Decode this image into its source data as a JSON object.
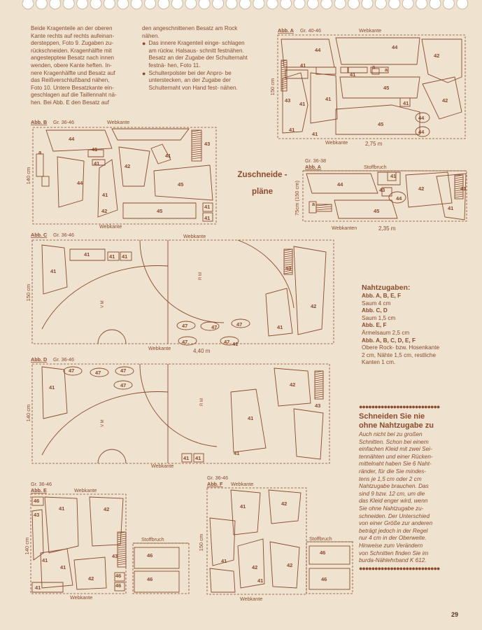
{
  "colors": {
    "paper": "#efe3cf",
    "ink": "#8a4a2e"
  },
  "page_number": "29",
  "intro_column_1": [
    "Beide Kragenteile an der oberen",
    "Kante rechts auf rechts aufeinan-",
    "dersteppen, Foto 9. Zugaben zu-",
    "rückschneiden. Kragenhälfte mit",
    "angesteppteм Besatz nach innen",
    "wenden, obere Kante heften. In-",
    "nere Kragenhälfte und Besatz auf",
    "das Reißverschlußband nähen,",
    "Foto 10. Untere Besatzkante ein-",
    "geschlagen auf die Taillennaht nä-",
    "hen. Bei Abb. E den Besatz auf"
  ],
  "intro_column_2": {
    "lead": "den angeschnittenen Besatz am Rock nähen.",
    "bullets": [
      "Das innere Kragenteil einge- schlagen am rückw. Halsaus- schnitt festnähen. Besatz an der Zugabe der Schulternaht festnä- hen, Foto 11.",
      "Schulterpolster bei der Anpro- be unterstecken, an der Zugabe der Schulternaht von Hand fest- nähen."
    ]
  },
  "headline": [
    "Zuschneide -",
    "pläne"
  ],
  "nahtzugaben": {
    "title": "Nahtzugaben:",
    "lines": [
      {
        "t": "Abb. A, B, E, F",
        "bold": true
      },
      {
        "t": "Saum 4 cm",
        "bold": false
      },
      {
        "t": "Abb. C, D",
        "bold": true
      },
      {
        "t": "Saum 1,5 cm",
        "bold": false
      },
      {
        "t": "Abb. E, F",
        "bold": true
      },
      {
        "t": "Ärmelsaum 2,5 cm",
        "bold": false
      },
      {
        "t": "Abb. A, B, C, D, E, F",
        "bold": true
      },
      {
        "t": "Obere Rock- bzw. Hosenkante",
        "bold": false
      },
      {
        "t": "2 cm, Nähte 1,5 cm, restliche",
        "bold": false
      },
      {
        "t": "Kanten 1 cm.",
        "bold": false
      }
    ]
  },
  "tip_box": {
    "title": [
      "Schneiden Sie nie",
      "ohne Nahtzugabe zu"
    ],
    "body": [
      "Auch nicht bei zu großen",
      "Schnitten. Schon bei einem",
      "einfachen Kleid mit zwei Sei-",
      "tennähten und einer Rücken-",
      "mittelnaht haben Sie 6 Naht-",
      "ränder, für die Sie mindes-",
      "tens je 1,5 cm oder 2 cm",
      "Nahtzugabe brauchen. Das",
      "sind 9 bzw. 12 cm, um die",
      "das Kleid enger wird, wenn",
      "Sie ohne Nahtzugabe zu-",
      "schneiden. Der Unterschied",
      "von einer Größe zur anderen",
      "beträgt jedoch in der Regel",
      "nur 4 cm in der Oberweite.",
      "Hinweise zum Verändern",
      "von Schnitten finden Sie im",
      "burda-Nählehrband K 612."
    ]
  },
  "plans": [
    {
      "id": "A1",
      "label": "Abb. A",
      "size": "Gr. 40-46",
      "top_label": "Webkante",
      "bottom_label": "Webkante",
      "length": "2,75 m",
      "height": "150 cm",
      "pieces": [
        "44",
        "44",
        "41",
        "41",
        "a",
        "a",
        "42",
        "45",
        "45",
        "43",
        "41",
        "41",
        "44",
        "44",
        "42",
        "41",
        "41",
        "41"
      ]
    },
    {
      "id": "B",
      "label": "Abb. B",
      "size": "Gr. 36-46",
      "top_label": "Webkante",
      "bottom_label": "Webkante",
      "length": "",
      "height": "140 cm",
      "pieces": [
        "44",
        "43",
        "41",
        "a",
        "41",
        "42",
        "44",
        "41",
        "45",
        "41",
        "42",
        "45",
        "41",
        "41"
      ]
    },
    {
      "id": "A2",
      "label": "Abb. A",
      "size": "Gr. 36-38",
      "top_label": "Stoffbruch",
      "bottom_label": "Webkanten",
      "length": "2,35 m",
      "height": "75cm (150 cm)",
      "pieces": [
        "44",
        "41",
        "43",
        "44",
        "42",
        "41",
        "41",
        "a",
        "45"
      ]
    },
    {
      "id": "C",
      "label": "Abb. C",
      "size": "Gr. 36-46",
      "top_label": "Webkante",
      "bottom_label": "Webkante",
      "length": "4,40 m",
      "height": "150 cm",
      "pieces": [
        "41",
        "41",
        "41",
        "41",
        "43",
        "42",
        "47",
        "47",
        "47",
        "41",
        "41",
        "47",
        "47"
      ],
      "mid_labels": [
        "R M",
        "V M"
      ]
    },
    {
      "id": "D",
      "label": "Abb. D",
      "size": "Gr. 36-46",
      "top_label": "",
      "bottom_label": "Webkante",
      "length": "",
      "height": "140 cm",
      "pieces": [
        "47",
        "47",
        "47",
        "47",
        "41",
        "42",
        "43",
        "41",
        "41",
        "41",
        "41"
      ],
      "mid_labels": [
        "R M",
        "V M"
      ]
    },
    {
      "id": "E",
      "label": "Abb. E",
      "size": "Gr. 36-46",
      "top_label": "Webkante",
      "bottom_label": "Webkante",
      "length": "",
      "height": "140 cm",
      "fold_label": "Stoffbruch",
      "pieces": [
        "46",
        "41",
        "42",
        "43",
        "41",
        "41",
        "42",
        "46",
        "46",
        "43",
        "46",
        "46",
        "41"
      ]
    },
    {
      "id": "F",
      "label": "Abb. F",
      "size": "Gr. 36-46",
      "top_label": "Webkante",
      "bottom_label": "Webkante",
      "length": "",
      "height": "150 cm",
      "fold_label": "Stoffbruch",
      "pieces": [
        "41",
        "42",
        "41",
        "41",
        "46",
        "42",
        "42",
        "46"
      ]
    }
  ]
}
